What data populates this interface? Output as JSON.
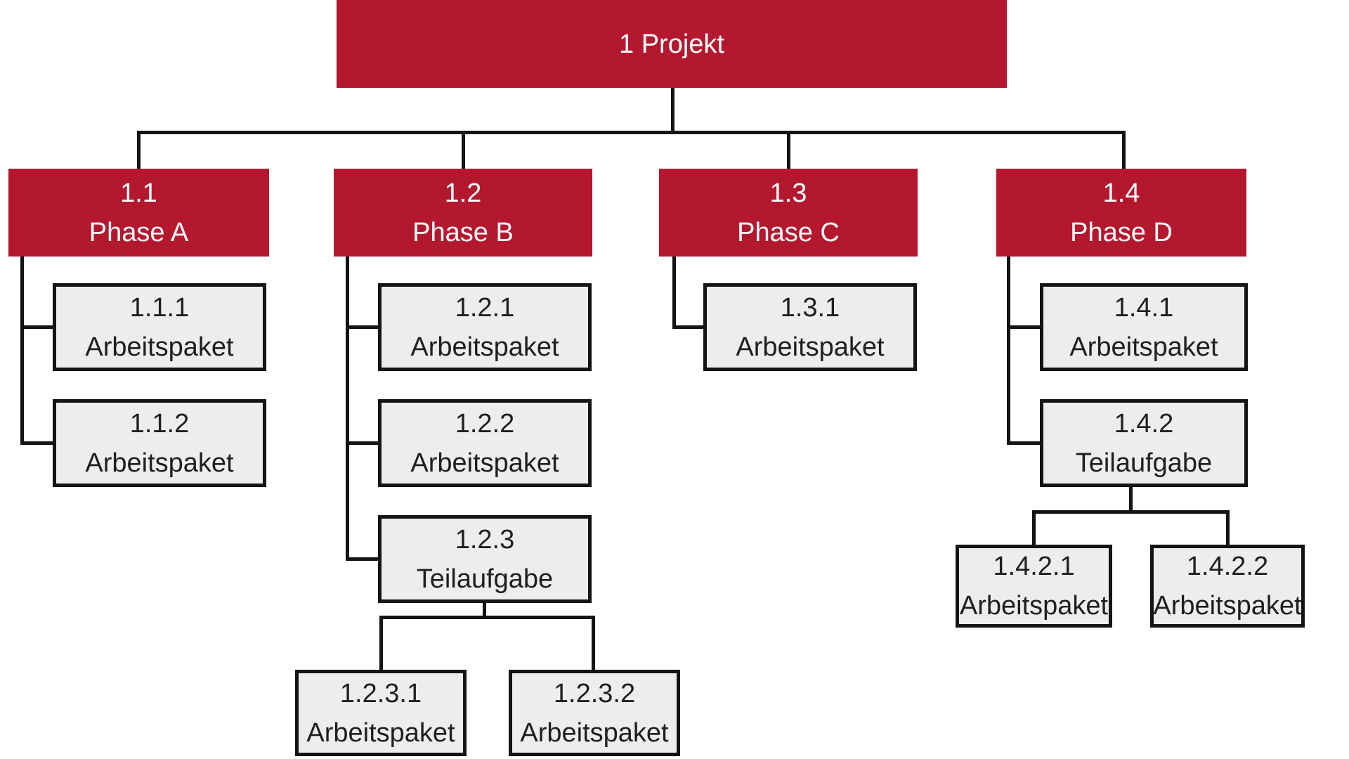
{
  "diagram_type": "work-breakdown-structure",
  "colors": {
    "accent_red": "#B4182F",
    "node_gray": "#EDEDED",
    "line_black": "#141414",
    "text_on_red": "#FFFFFF",
    "text_dark": "#1F1F1F",
    "background": "#FFFFFF"
  },
  "nodes": {
    "root": {
      "text": "1 Projekt"
    },
    "n11": {
      "code": "1.1",
      "label": "Phase A"
    },
    "n12": {
      "code": "1.2",
      "label": "Phase B"
    },
    "n13": {
      "code": "1.3",
      "label": "Phase C"
    },
    "n14": {
      "code": "1.4",
      "label": "Phase D"
    },
    "n111": {
      "code": "1.1.1",
      "label": "Arbeitspaket"
    },
    "n112": {
      "code": "1.1.2",
      "label": "Arbeitspaket"
    },
    "n121": {
      "code": "1.2.1",
      "label": "Arbeitspaket"
    },
    "n122": {
      "code": "1.2.2",
      "label": "Arbeitspaket"
    },
    "n123": {
      "code": "1.2.3",
      "label": "Teilaufgabe"
    },
    "n1231": {
      "code": "1.2.3.1",
      "label": "Arbeitspaket"
    },
    "n1232": {
      "code": "1.2.3.2",
      "label": "Arbeitspaket"
    },
    "n131": {
      "code": "1.3.1",
      "label": "Arbeitspaket"
    },
    "n141": {
      "code": "1.4.1",
      "label": "Arbeitspaket"
    },
    "n142": {
      "code": "1.4.2",
      "label": "Teilaufgabe"
    },
    "n1421": {
      "code": "1.4.2.1",
      "label": "Arbeitspaket"
    },
    "n1422": {
      "code": "1.4.2.2",
      "label": "Arbeitspaket"
    }
  }
}
